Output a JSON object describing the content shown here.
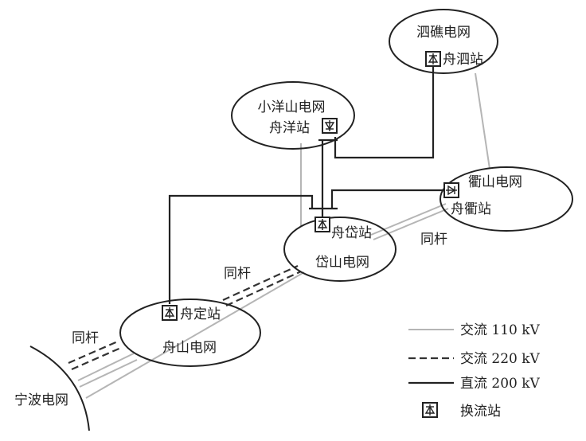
{
  "grids": {
    "sijiao": {
      "name": "泗礁电网",
      "station": "舟泗站"
    },
    "xiaoyangshan": {
      "name": "小洋山电网",
      "station": "舟洋站"
    },
    "qushan": {
      "name": "衢山电网",
      "station": "舟衢站"
    },
    "daishan": {
      "name": "岱山电网",
      "station": "舟岱站"
    },
    "zhoushan": {
      "name": "舟山电网",
      "station": "舟定站"
    },
    "ningbo": {
      "name": "宁波电网"
    }
  },
  "annotations": {
    "same_pole_1": "同杆",
    "same_pole_2": "同杆",
    "same_pole_3": "同杆"
  },
  "legend": {
    "ac110": "交流 110 kV",
    "ac220": "交流 220 kV",
    "dc200": "直流 200 kV",
    "converter": "换流站"
  },
  "colors": {
    "ac110": "#b0b0b0",
    "ac220": "#333333",
    "dc200": "#222222",
    "outline": "#222222"
  }
}
